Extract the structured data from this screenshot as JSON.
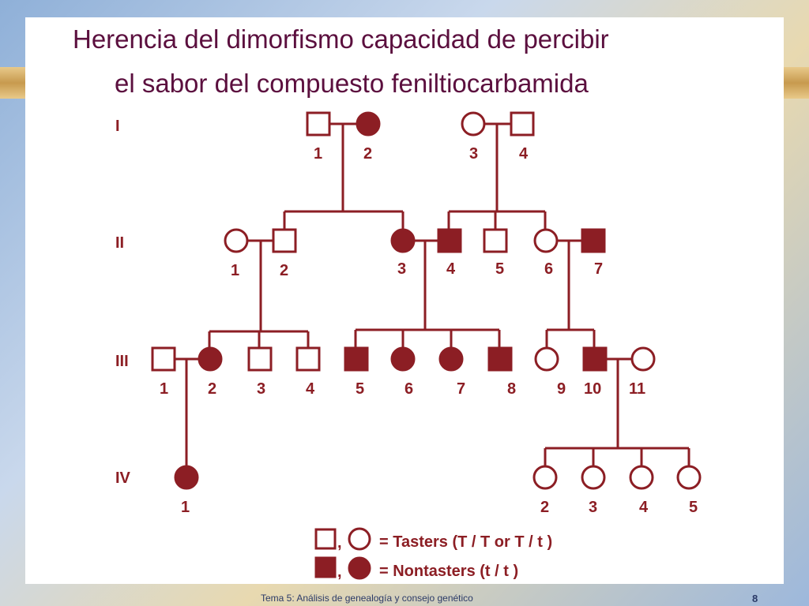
{
  "title": {
    "line1": "Herencia del dimorfismo capacidad de percibir",
    "line2": "el sabor del compuesto feniltiocarbamida"
  },
  "colors": {
    "pedigree": "#8c1e24",
    "title": "#5b0f3e",
    "footer": "#2b3a67"
  },
  "pedigree": {
    "generations": [
      {
        "label": "I",
        "individuals": [
          {
            "id": "1",
            "sex": "male",
            "affected": false
          },
          {
            "id": "2",
            "sex": "female",
            "affected": true
          },
          {
            "id": "3",
            "sex": "female",
            "affected": false
          },
          {
            "id": "4",
            "sex": "male",
            "affected": false
          }
        ]
      },
      {
        "label": "II",
        "individuals": [
          {
            "id": "1",
            "sex": "female",
            "affected": false
          },
          {
            "id": "2",
            "sex": "male",
            "affected": false
          },
          {
            "id": "3",
            "sex": "female",
            "affected": true
          },
          {
            "id": "4",
            "sex": "male",
            "affected": true
          },
          {
            "id": "5",
            "sex": "male",
            "affected": false
          },
          {
            "id": "6",
            "sex": "female",
            "affected": false
          },
          {
            "id": "7",
            "sex": "male",
            "affected": true
          }
        ]
      },
      {
        "label": "III",
        "individuals": [
          {
            "id": "1",
            "sex": "male",
            "affected": false
          },
          {
            "id": "2",
            "sex": "female",
            "affected": true
          },
          {
            "id": "3",
            "sex": "male",
            "affected": false
          },
          {
            "id": "4",
            "sex": "male",
            "affected": false
          },
          {
            "id": "5",
            "sex": "male",
            "affected": true
          },
          {
            "id": "6",
            "sex": "female",
            "affected": true
          },
          {
            "id": "7",
            "sex": "female",
            "affected": true
          },
          {
            "id": "8",
            "sex": "male",
            "affected": true
          },
          {
            "id": "9",
            "sex": "female",
            "affected": false
          },
          {
            "id": "10",
            "sex": "male",
            "affected": true
          },
          {
            "id": "11",
            "sex": "female",
            "affected": false
          }
        ]
      },
      {
        "label": "IV",
        "individuals": [
          {
            "id": "1",
            "sex": "female",
            "affected": true
          },
          {
            "id": "2",
            "sex": "female",
            "affected": false
          },
          {
            "id": "3",
            "sex": "female",
            "affected": false
          },
          {
            "id": "4",
            "sex": "female",
            "affected": false
          },
          {
            "id": "5",
            "sex": "female",
            "affected": false
          }
        ]
      }
    ]
  },
  "legend": {
    "tasters": "= Tasters (T / T  or  T / t )",
    "nontasters": "= Nontasters (t / t )",
    "separator": ","
  },
  "footer": {
    "text": "Tema 5: Análisis de genealogía y consejo genético",
    "page": "8"
  }
}
